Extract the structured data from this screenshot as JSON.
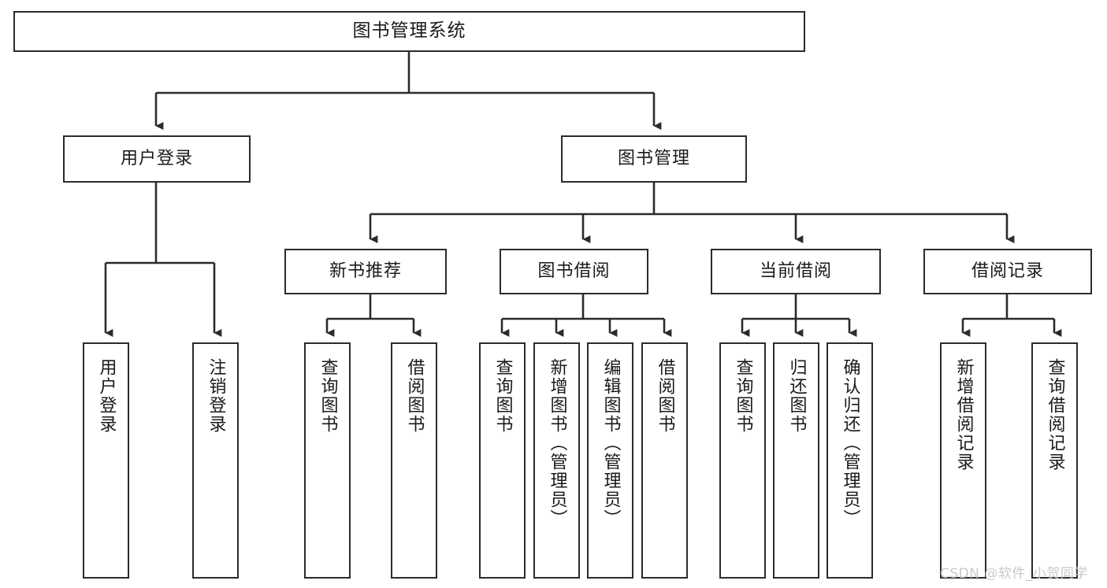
{
  "diagram": {
    "title": "图书管理系统",
    "type": "tree",
    "orientation": "top-down",
    "colors": {
      "background": "#ffffff",
      "node_border": "#2b2b2b",
      "node_fill": "#ffffff",
      "text": "#1a1a1a",
      "edge": "#2b2b2b",
      "watermark": "#c9c9c9"
    },
    "nodes": {
      "root": {
        "label": "图书管理系统"
      },
      "level2": [
        {
          "id": "user-login",
          "label": "用户登录"
        },
        {
          "id": "book-manage",
          "label": "图书管理"
        }
      ],
      "level3": [
        {
          "id": "new-book-recommend",
          "label": "新书推荐"
        },
        {
          "id": "book-borrow",
          "label": "图书借阅"
        },
        {
          "id": "current-borrow",
          "label": "当前借阅"
        },
        {
          "id": "borrow-record",
          "label": "借阅记录"
        }
      ],
      "leaves": {
        "user-login": [
          {
            "id": "leaf-user-login",
            "label": "用户登录"
          },
          {
            "id": "leaf-logout-login",
            "label": "注销登录"
          }
        ],
        "new-book-recommend": [
          {
            "id": "leaf-query-book-1",
            "label": "查询图书"
          },
          {
            "id": "leaf-borrow-book-1",
            "label": "借阅图书"
          }
        ],
        "book-borrow": [
          {
            "id": "leaf-query-book-2",
            "label": "查询图书"
          },
          {
            "id": "leaf-add-book",
            "label": "新增图书（管理员）"
          },
          {
            "id": "leaf-edit-book",
            "label": "编辑图书（管理员）"
          },
          {
            "id": "leaf-borrow-book-2",
            "label": "借阅图书"
          }
        ],
        "current-borrow": [
          {
            "id": "leaf-query-book-3",
            "label": "查询图书"
          },
          {
            "id": "leaf-return-book",
            "label": "归还图书"
          },
          {
            "id": "leaf-confirm-return",
            "label": "确认归还（管理员）"
          }
        ],
        "borrow-record": [
          {
            "id": "leaf-add-record",
            "label": "新增借阅记录"
          },
          {
            "id": "leaf-query-record",
            "label": "查询借阅记录"
          }
        ]
      }
    }
  },
  "watermark": {
    "text": "CSDN @软件_小贺同学"
  }
}
